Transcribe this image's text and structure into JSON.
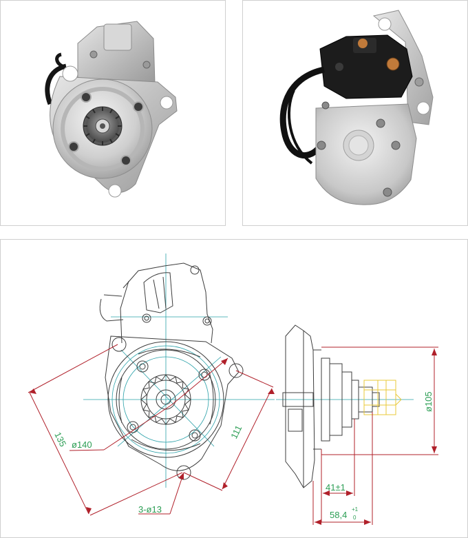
{
  "drawing": {
    "dimensions": {
      "mount_span": "135",
      "bolt_circle": "ø140",
      "span_111": "111",
      "holes": "3-ø13",
      "diameter_105": "ø105",
      "length_41": "41±1",
      "length_58_main": "58,4",
      "length_58_tol_upper": "+1",
      "length_58_tol_lower": "0"
    }
  },
  "colors": {
    "outline": "#3c3c3c",
    "centerline": "#29a0a8",
    "dimension": "#b0202a",
    "dimension_text": "#2a9d53",
    "pinion_highlight": "#e8c838"
  }
}
